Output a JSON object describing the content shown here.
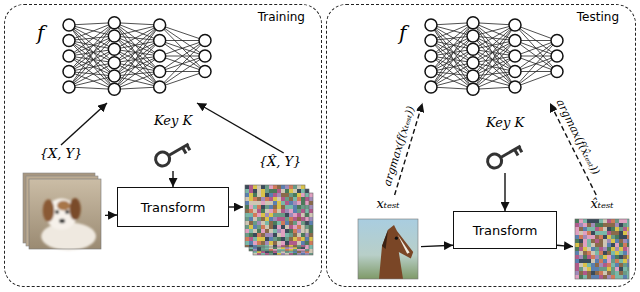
{
  "diagram": {
    "nodes": [
      {
        "text": [
          "Training"
        ]
      },
      {
        "text": [
          "f"
        ],
        "in": 0
      },
      {
        "text": [
          "Key K"
        ],
        "in": 0
      },
      {
        "text": [
          "Transform"
        ],
        "in": 0
      },
      {
        "text": [
          "{X, Y}"
        ],
        "in": 0
      },
      {
        "text": [
          "{X̂, Y}"
        ],
        "in": 0
      },
      {
        "text": [
          "Testing"
        ]
      },
      {
        "text": [
          "f"
        ],
        "in": 6
      },
      {
        "text": [
          "Key K"
        ],
        "in": 6
      },
      {
        "text": [
          "Transform"
        ],
        "in": 6
      },
      {
        "text": [
          "xₜₑₛₜ"
        ],
        "in": 6
      },
      {
        "text": [
          "x̂ₜₑₛₜ"
        ],
        "in": 6
      }
    ],
    "edges": [
      {
        "from": 4,
        "to": 1,
        "arrow": "to"
      },
      {
        "from": 5,
        "to": 1,
        "arrow": "to"
      },
      {
        "from": 2,
        "to": 3,
        "arrow": "to"
      },
      {
        "from": 4,
        "to": 3,
        "arrow": "to"
      },
      {
        "from": 3,
        "to": 5,
        "arrow": "to"
      },
      {
        "from": 10,
        "to": 7,
        "arrow": "to",
        "label": "argmax(f(xₜₑₛₜ))"
      },
      {
        "from": 11,
        "to": 7,
        "arrow": "to",
        "label": "argmax(f(x̂ₜₑₛₜ))"
      },
      {
        "from": 8,
        "to": 9,
        "arrow": "to"
      },
      {
        "from": 10,
        "to": 9,
        "arrow": "to"
      },
      {
        "from": 9,
        "to": 11,
        "arrow": "to"
      }
    ]
  }
}
